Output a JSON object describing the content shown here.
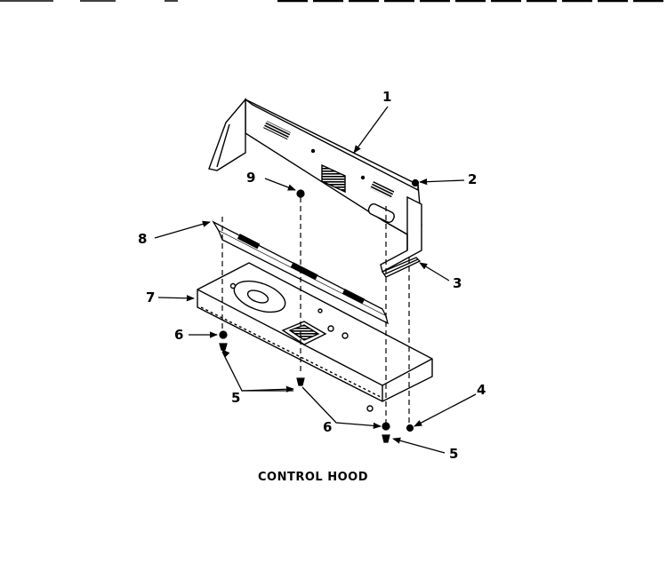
{
  "header": {
    "text": "",
    "decoration": "ruled-dashes"
  },
  "caption": "CONTROL HOOD",
  "callouts": [
    {
      "id": "c1",
      "label": "1"
    },
    {
      "id": "c2",
      "label": "2"
    },
    {
      "id": "c3",
      "label": "3"
    },
    {
      "id": "c4",
      "label": "4"
    },
    {
      "id": "c5a",
      "label": "5"
    },
    {
      "id": "c5b",
      "label": "5"
    },
    {
      "id": "c6a",
      "label": "6"
    },
    {
      "id": "c6b",
      "label": "6"
    },
    {
      "id": "c7",
      "label": "7"
    },
    {
      "id": "c8",
      "label": "8"
    },
    {
      "id": "c9",
      "label": "9"
    }
  ],
  "colors": {
    "ink": "#000000",
    "paper": "#ffffff"
  }
}
